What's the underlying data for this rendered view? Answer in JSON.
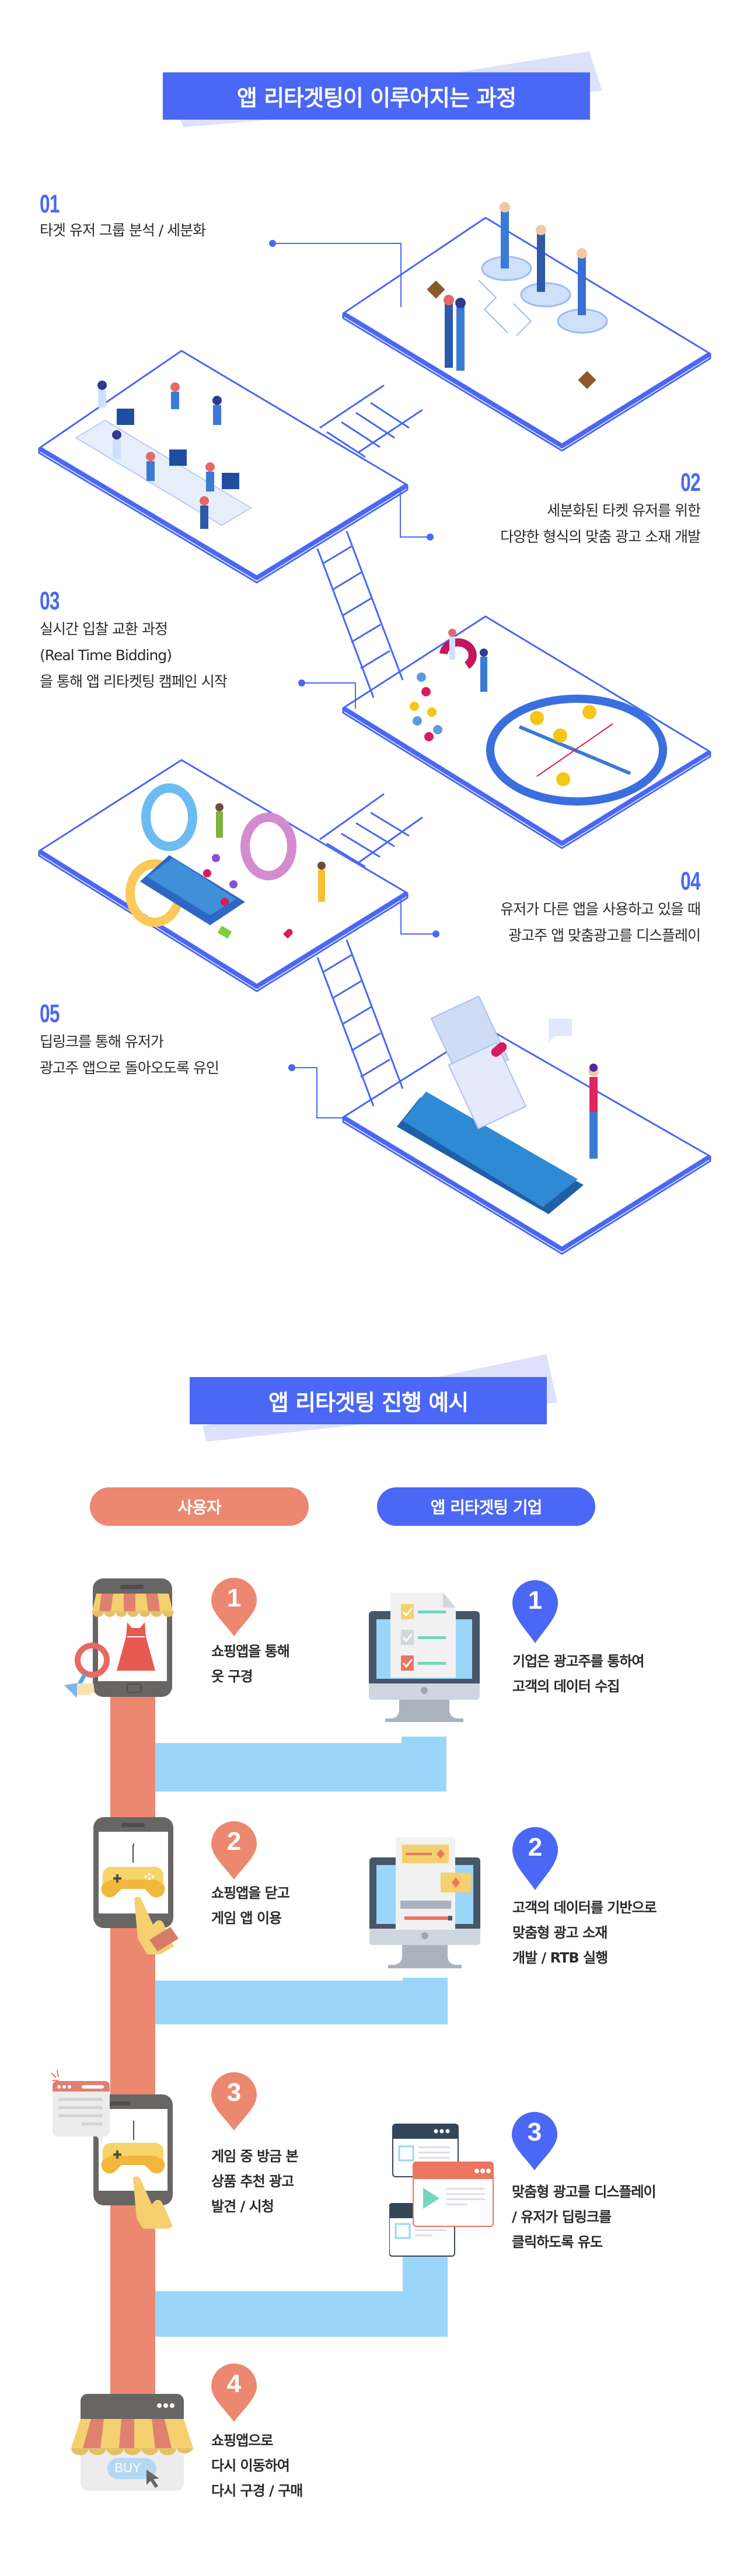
{
  "section1": {
    "title": "앱 리타겟팅이 이루어지는 과정",
    "steps": [
      {
        "num": "01",
        "lines": [
          "타겟 유저 그룹 분석 / 세분화"
        ],
        "illustration": "data-analysis-people-icon"
      },
      {
        "num": "02",
        "lines": [
          "세분화된 타켓 유저를 위한",
          "다양한 형식의 맞춤 광고 소재 개발"
        ],
        "illustration": "office-team-icon"
      },
      {
        "num": "03",
        "lines": [
          "실시간 입찰 교환 과정",
          "(Real Time Bidding)",
          "을 통해 앱 리타켓팅 캠페인 시작"
        ],
        "illustration": "magnet-bidding-icon"
      },
      {
        "num": "04",
        "lines": [
          "유저가 다른 앱을 사용하고 있을 때",
          "광고주 앱 맞춤광고를 디스플레이"
        ],
        "illustration": "chat-bubbles-phone-icon"
      },
      {
        "num": "05",
        "lines": [
          "딥링크를 통해 유저가",
          "광고주 앱으로 돌아오도록 유인"
        ],
        "illustration": "mobile-ads-person-icon"
      }
    ]
  },
  "section2": {
    "title": "앱 리타겟팅 진행 예시",
    "user_label": "사용자",
    "company_label": "앱 리타겟팅 기업",
    "user_steps": [
      {
        "num": "1",
        "lines": [
          "쇼핑앱을 통해",
          "옷 구경"
        ],
        "icon": "shopping-phone-icon"
      },
      {
        "num": "2",
        "lines": [
          "쇼핑앱을 닫고",
          "게임 앱 이용"
        ],
        "icon": "game-phone-icon"
      },
      {
        "num": "3",
        "lines": [
          "게임 중 방금 본",
          "상품 추천 광고",
          "발견 / 시청"
        ],
        "icon": "game-phone-ad-popup-icon"
      },
      {
        "num": "4",
        "lines": [
          "쇼핑앱으로",
          "다시 이동하여",
          "다시 구경 / 구매"
        ],
        "icon": "store-buy-icon",
        "buy_label": "BUY"
      }
    ],
    "company_steps": [
      {
        "num": "1",
        "lines": [
          "기업은 광고주를  통하여",
          "고객의 데이터 수집"
        ],
        "icon": "monitor-checklist-icon"
      },
      {
        "num": "2",
        "lines": [
          "고객의 데이터를 기반으로",
          "맞춤형 광고 소재",
          "개발 / RTB 실행"
        ],
        "icon": "monitor-design-icon"
      },
      {
        "num": "3",
        "lines": [
          "맞춤형 광고를 디스플레이",
          "/ 유저가 딥링크를",
          "클릭하도록 유도"
        ],
        "icon": "browser-windows-icon"
      }
    ]
  },
  "colors": {
    "primary_blue": "#4a67f5",
    "banner_shadow": "#dde1fb",
    "user_orange": "#ec8870",
    "flow_blue": "#9ad6f9",
    "text_dark": "#2a2a2a"
  }
}
